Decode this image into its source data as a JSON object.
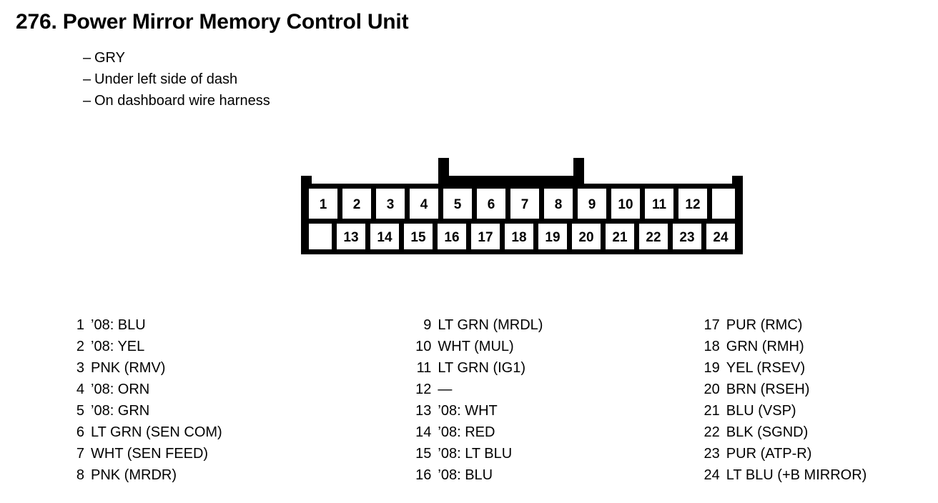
{
  "document": {
    "number": "276.",
    "title": "276. Power Mirror Memory Control Unit",
    "notes": [
      "GRY",
      "Under left side of dash",
      "On dashboard wire harness"
    ],
    "dash": "–"
  },
  "connector": {
    "name": "24-pin connector",
    "top_row_pins": [
      "1",
      "2",
      "3",
      "4",
      "5",
      "6",
      "7",
      "8",
      "9",
      "10",
      "11",
      "12"
    ],
    "bottom_row_pins": [
      "13",
      "14",
      "15",
      "16",
      "17",
      "18",
      "19",
      "20",
      "21",
      "22",
      "23",
      "24"
    ],
    "stroke_color": "#000000",
    "fill_color": "#ffffff"
  },
  "legend": {
    "columns": [
      {
        "rows": [
          {
            "pin": "1",
            "label": "’08: BLU"
          },
          {
            "pin": "2",
            "label": "’08: YEL"
          },
          {
            "pin": "3",
            "label": "PNK (RMV)"
          },
          {
            "pin": "4",
            "label": "’08: ORN"
          },
          {
            "pin": "5",
            "label": "’08: GRN"
          },
          {
            "pin": "6",
            "label": "LT GRN (SEN COM)"
          },
          {
            "pin": "7",
            "label": "WHT (SEN FEED)"
          },
          {
            "pin": "8",
            "label": "PNK (MRDR)"
          }
        ]
      },
      {
        "rows": [
          {
            "pin": "9",
            "label": "LT GRN (MRDL)"
          },
          {
            "pin": "10",
            "label": "WHT (MUL)"
          },
          {
            "pin": "11",
            "label": "LT GRN (IG1)"
          },
          {
            "pin": "12",
            "label": "—"
          },
          {
            "pin": "13",
            "label": "’08: WHT"
          },
          {
            "pin": "14",
            "label": "’08: RED"
          },
          {
            "pin": "15",
            "label": "’08: LT BLU"
          },
          {
            "pin": "16",
            "label": "’08: BLU"
          }
        ]
      },
      {
        "rows": [
          {
            "pin": "17",
            "label": "PUR (RMC)"
          },
          {
            "pin": "18",
            "label": "GRN (RMH)"
          },
          {
            "pin": "19",
            "label": "YEL (RSEV)"
          },
          {
            "pin": "20",
            "label": "BRN (RSEH)"
          },
          {
            "pin": "21",
            "label": "BLU (VSP)"
          },
          {
            "pin": "22",
            "label": "BLK (SGND)"
          },
          {
            "pin": "23",
            "label": "PUR (ATP-R)"
          },
          {
            "pin": "24",
            "label": "LT BLU (+B MIRROR)"
          }
        ]
      }
    ]
  }
}
